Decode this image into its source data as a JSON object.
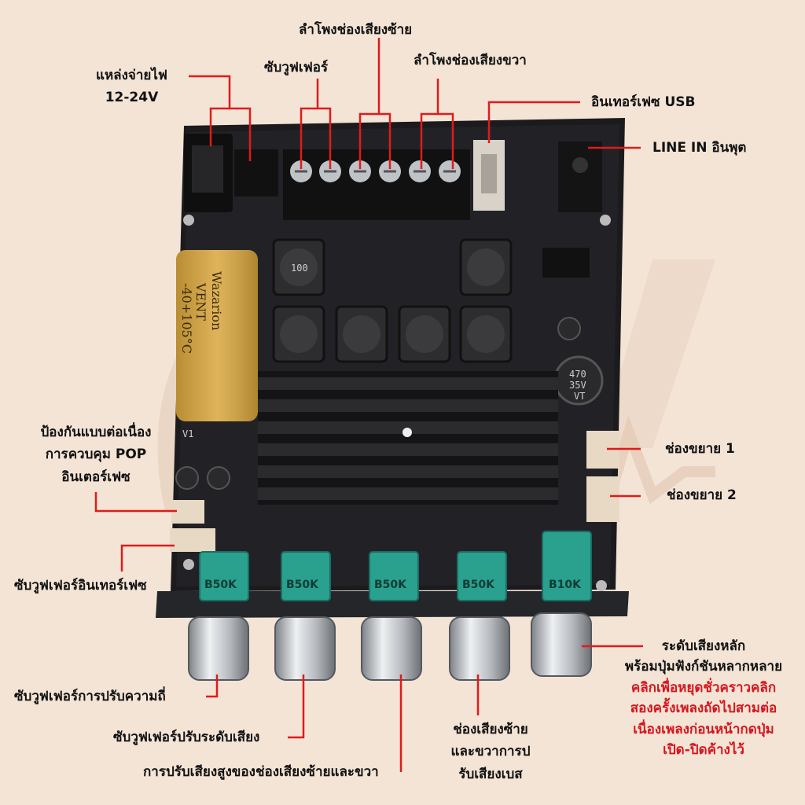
{
  "colors": {
    "background": "#f3e4d6",
    "leader": "#e01b1b",
    "pcb": "#1b1b1d",
    "capacitor": "#d9a63c",
    "potentiometer": "#2aa08f",
    "knob": "#c9ccd0",
    "highlight_text": "#d8141c"
  },
  "labels": {
    "power": [
      "แหล่งจ่ายไฟ",
      "12-24V"
    ],
    "subwoofer_out": "ซับวูฟเฟอร์",
    "left_speaker": "ลำโพงช่องเสียงซ้าย",
    "right_speaker": "ลำโพงช่องเสียงขวา",
    "usb": "อินเทอร์เฟซ USB",
    "line_in": "LINE IN อินพุต",
    "pop_protect": [
      "ป้องกันแบบต่อเนื่อง",
      "การควบคุม POP",
      "อินเตอร์เฟซ"
    ],
    "expansion_1": "ช่องขยาย 1",
    "expansion_2": "ช่องขยาย 2",
    "sub_interface": "ซับวูฟเฟอร์อินเทอร์เฟซ",
    "main_volume": [
      "ระดับเสียงหลัก",
      "พร้อมปุ่มฟังก์ชันหลากหลาย"
    ],
    "main_volume_red": [
      "คลิกเพื่อหยุดชั่วคราวคลิก",
      "สองครั้งเพลงถัดไปสามต่อ",
      "เนื่องเพลงก่อนหน้ากดปุ่ม",
      "เปิด-ปิดค้างไว้"
    ],
    "sub_freq": "ซับวูฟเฟอร์การปรับความถี่",
    "sub_level": "ซับวูฟเฟอร์ปรับระดับเสียง",
    "treble": "การปรับเสียงสูงของช่องเสียงซ้ายและขวา",
    "bass": [
      "ช่องเสียงซ้าย",
      "และขวาการป",
      "รับเสียงเบส"
    ]
  },
  "board_text": {
    "capacitor": [
      "Wazarion",
      "VENT",
      "-40+105°C"
    ],
    "small_cap": [
      "470",
      "35V",
      "VT"
    ],
    "inductor": "100",
    "pots": [
      "B50K",
      "B50K",
      "B50K",
      "B50K",
      "B10K"
    ],
    "v1": "V1"
  }
}
